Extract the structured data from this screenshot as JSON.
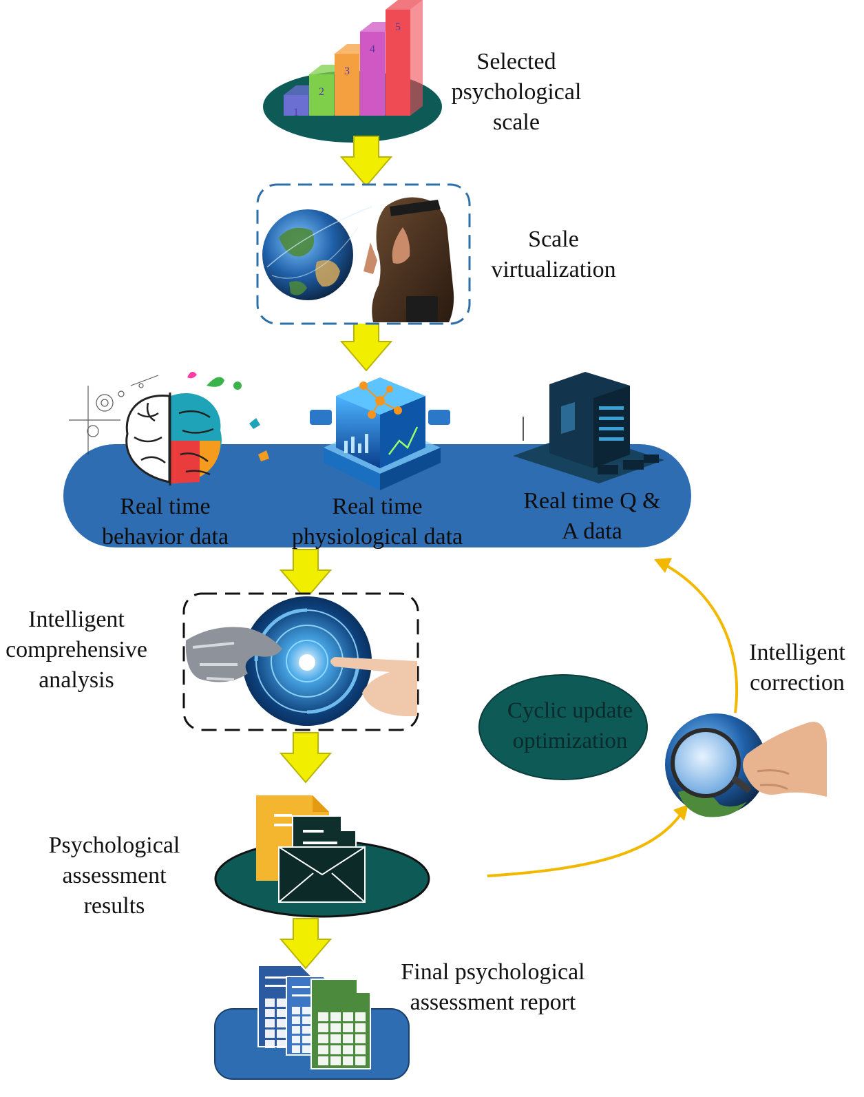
{
  "nodes": {
    "scale": {
      "lines": [
        "Selected",
        "psychological",
        "scale"
      ],
      "bar_numbers": [
        "1",
        "2",
        "3",
        "4",
        "5"
      ]
    },
    "virtualization": {
      "lines": [
        "Scale",
        "virtualization"
      ]
    },
    "behavior": {
      "lines": [
        "Real time",
        "behavior data"
      ]
    },
    "physiological": {
      "lines": [
        "Real time",
        "physiological data"
      ]
    },
    "qa": {
      "lines": [
        "Real time Q &",
        "A data"
      ]
    },
    "analysis": {
      "lines": [
        "Intelligent",
        "comprehensive",
        "analysis"
      ]
    },
    "results": {
      "lines": [
        "Psychological",
        "assessment",
        "results"
      ]
    },
    "report": {
      "lines": [
        "Final psychological",
        "assessment report"
      ]
    },
    "correction": {
      "lines": [
        "Intelligent",
        "correction"
      ]
    },
    "cyclic": {
      "lines": [
        "Cyclic update",
        "optimization"
      ]
    }
  },
  "colors": {
    "flow_arrow": "#f2ee00",
    "flow_arrow_stroke": "#b9b400",
    "band_blue": "#2f6db3",
    "teal_ellipse": "#0e5a57",
    "loop_arrow": "#f2b800",
    "dash_blue": "#2d6fa6",
    "dash_black": "#111111",
    "bar_colors": [
      "#6b6fd2",
      "#7fcf4a",
      "#f5a040",
      "#cf58c4",
      "#ee4b55"
    ]
  },
  "icons": {
    "scale": "bar-chart-icon",
    "virtualization": "vr-globe-illustration",
    "behavior": "brain-icon",
    "physiological": "data-cube-icon",
    "qa": "server-icon",
    "analysis": "robot-hand-illustration",
    "results": "envelope-document-icon",
    "report": "spreadsheet-icon",
    "correction": "magnifier-globe-icon"
  }
}
